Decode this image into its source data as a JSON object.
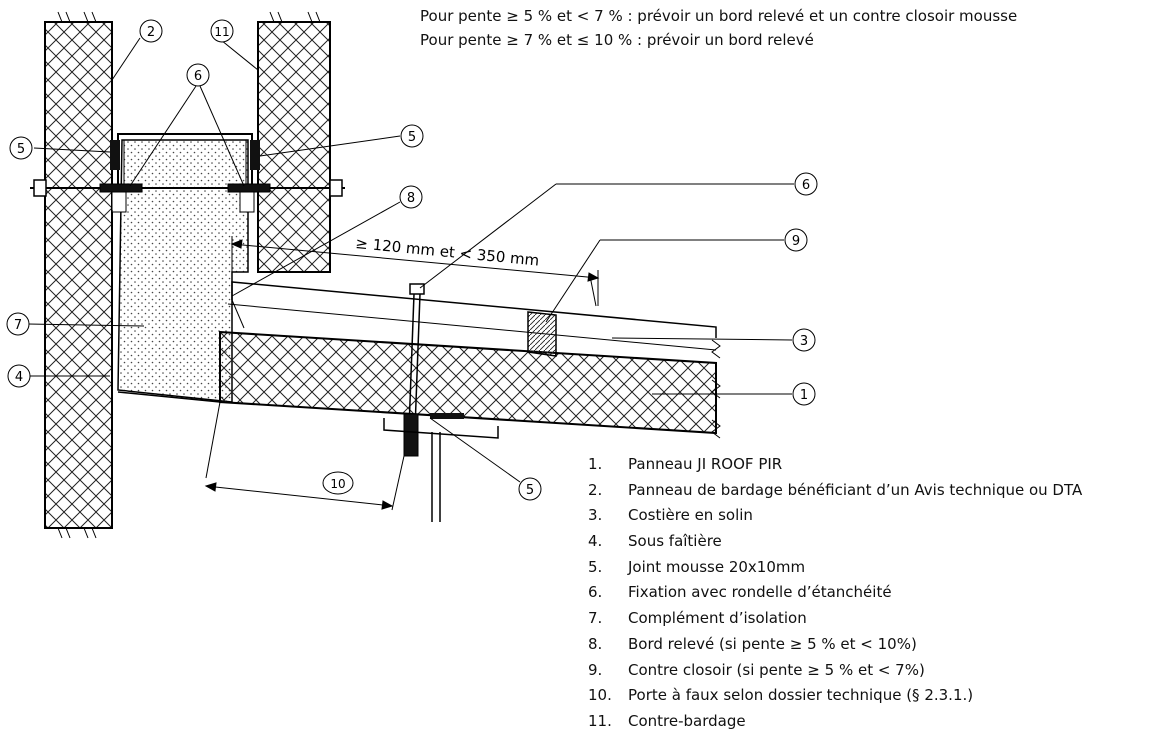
{
  "notes": [
    "Pour pente ≥ 5 % et < 7 % : prévoir un bord relevé et un contre closoir mousse",
    "Pour pente ≥ 7 % et ≤ 10 % : prévoir un bord relevé"
  ],
  "dimension_label": "≥ 120 mm et < 350 mm",
  "callouts": [
    "1",
    "2",
    "3",
    "4",
    "5",
    "6",
    "7",
    "8",
    "9",
    "10",
    "11"
  ],
  "legend": [
    {
      "num": "1.",
      "text": "Panneau JI ROOF PIR"
    },
    {
      "num": "2.",
      "text": "Panneau de bardage bénéficiant d’un Avis technique ou DTA"
    },
    {
      "num": "3.",
      "text": "Costière en solin"
    },
    {
      "num": "4.",
      "text": "Sous faîtière"
    },
    {
      "num": "5.",
      "text": "Joint mousse 20x10mm"
    },
    {
      "num": "6.",
      "text": "Fixation avec rondelle d’étanchéité"
    },
    {
      "num": "7.",
      "text": "Complément d’isolation"
    },
    {
      "num": "8.",
      "text": "Bord relevé (si pente ≥ 5 % et < 10%)"
    },
    {
      "num": "9.",
      "text": "Contre closoir (si pente ≥ 5 % et < 7%)"
    },
    {
      "num": "10.",
      "text": "Porte à faux selon dossier technique (§ 2.3.1.)"
    },
    {
      "num": "11.",
      "text": "Contre-bardage"
    }
  ]
}
